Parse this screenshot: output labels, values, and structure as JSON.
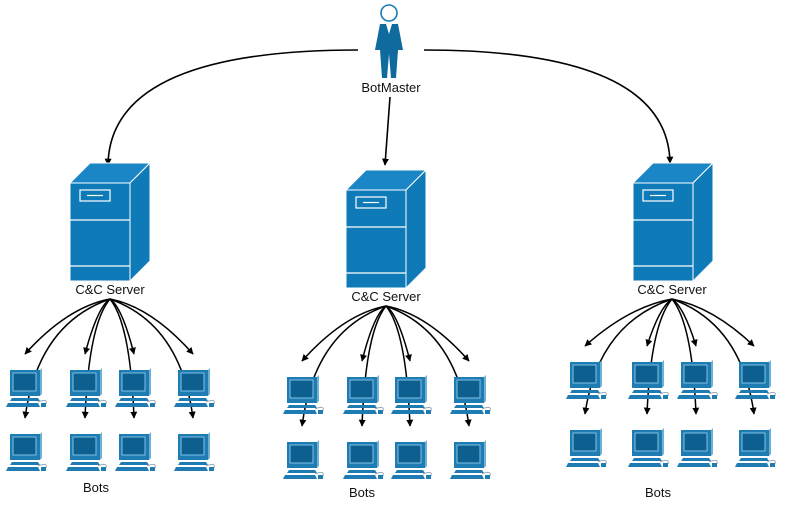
{
  "title": "Botnet Architecture",
  "colors": {
    "node_fill": "#0f7ab8",
    "node_dark": "#0a5f92",
    "pc_fill": "#1f7cb2",
    "pc_screen": "#0d5f90",
    "edge": "#000000",
    "background": "#ffffff"
  },
  "botmaster": {
    "label": "BotMaster",
    "icon": "person-icon"
  },
  "clusters": [
    {
      "server_label": "C&C Server",
      "bots_label": "Bots",
      "bot_count": 8,
      "icon": "server-icon",
      "bot_icon": "computer-icon"
    },
    {
      "server_label": "C&C Server",
      "bots_label": "Bots",
      "bot_count": 8,
      "icon": "server-icon",
      "bot_icon": "computer-icon"
    },
    {
      "server_label": "C&C Server",
      "bots_label": "Bots",
      "bot_count": 8,
      "icon": "server-icon",
      "bot_icon": "computer-icon"
    }
  ],
  "edges": [
    {
      "from": "BotMaster",
      "to": "C&C Server 1"
    },
    {
      "from": "BotMaster",
      "to": "C&C Server 2"
    },
    {
      "from": "BotMaster",
      "to": "C&C Server 3"
    }
  ]
}
